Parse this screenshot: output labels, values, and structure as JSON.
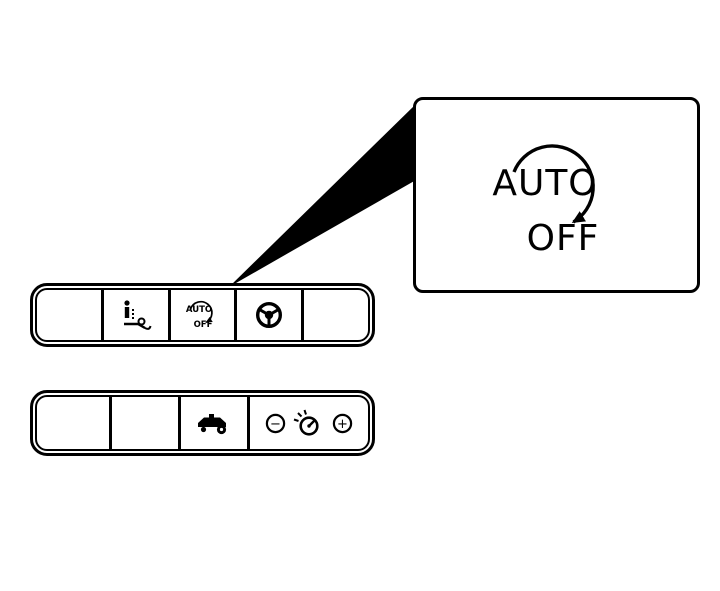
{
  "colors": {
    "line": "#000000",
    "background": "#ffffff"
  },
  "callout": {
    "auto_label": "AUTO",
    "off_label": "OFF",
    "icon": "auto-off-rotate-arrow-icon"
  },
  "top_panel": {
    "buttons": [
      {
        "label": "",
        "icon": "none"
      },
      {
        "label": "",
        "icon": "hitch-info-icon"
      },
      {
        "auto_label": "AUTO",
        "off_label": "OFF",
        "icon": "auto-off-icon"
      },
      {
        "label": "",
        "icon": "steering-wheel-icon"
      },
      {
        "label": "",
        "icon": "none"
      }
    ]
  },
  "bottom_panel": {
    "buttons": [
      {
        "label": "",
        "icon": "none"
      },
      {
        "label": "",
        "icon": "none"
      },
      {
        "label": "",
        "icon": "mower-deck-icon"
      },
      {
        "icon": "dial-adjust-icon",
        "minus_label": "−",
        "plus_label": "+"
      }
    ]
  }
}
